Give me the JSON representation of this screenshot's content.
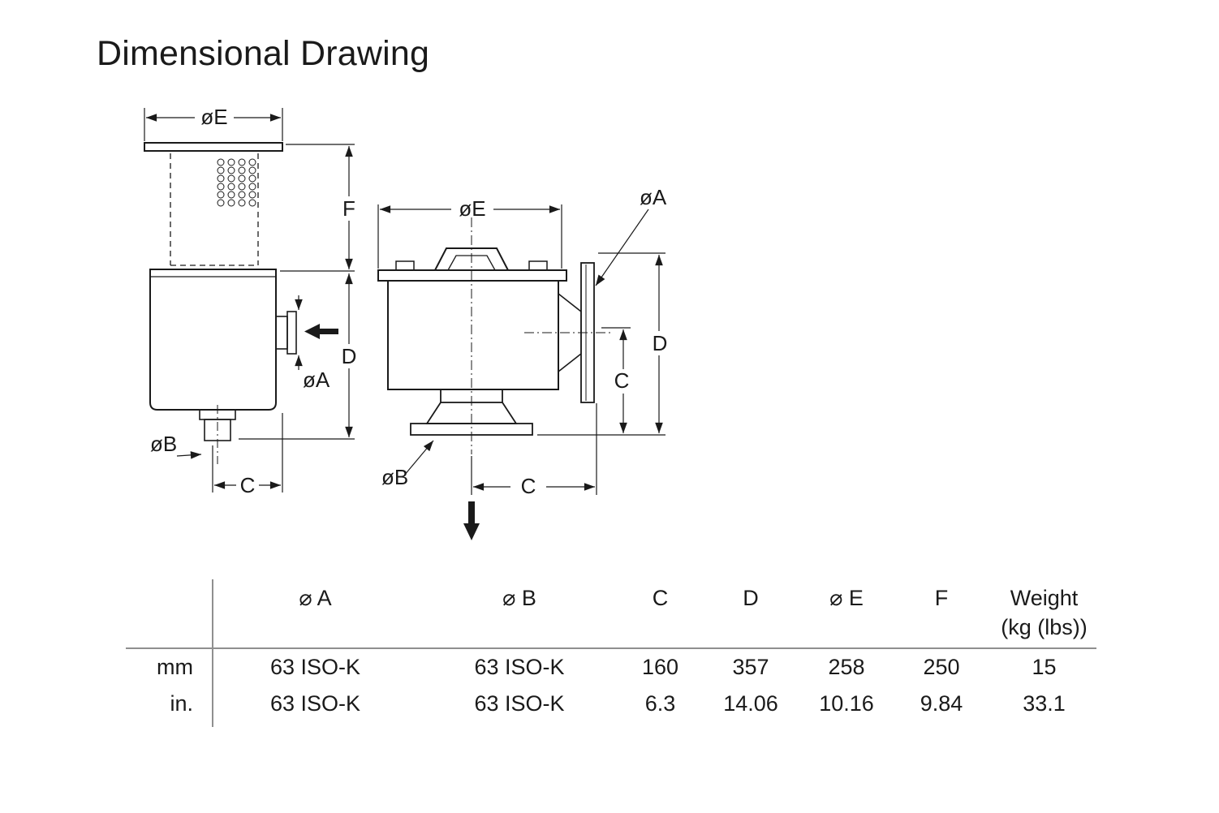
{
  "page": {
    "title": "Dimensional Drawing"
  },
  "drawing": {
    "labels": {
      "dia_e": "øE",
      "dia_a": "øA",
      "dia_b": "øB",
      "c": "C",
      "d": "D",
      "f": "F"
    }
  },
  "table": {
    "headers": [
      "⌀ A",
      "⌀ B",
      "C",
      "D",
      "⌀ E",
      "F",
      "Weight"
    ],
    "weight_subheader": "(kg (lbs))",
    "rows": [
      {
        "unit": "mm",
        "values": [
          "63 ISO-K",
          "63 ISO-K",
          "160",
          "357",
          "258",
          "250",
          "15"
        ]
      },
      {
        "unit": "in.",
        "values": [
          "63 ISO-K",
          "63 ISO-K",
          "6.3",
          "14.06",
          "10.16",
          "9.84",
          "33.1"
        ]
      }
    ]
  }
}
